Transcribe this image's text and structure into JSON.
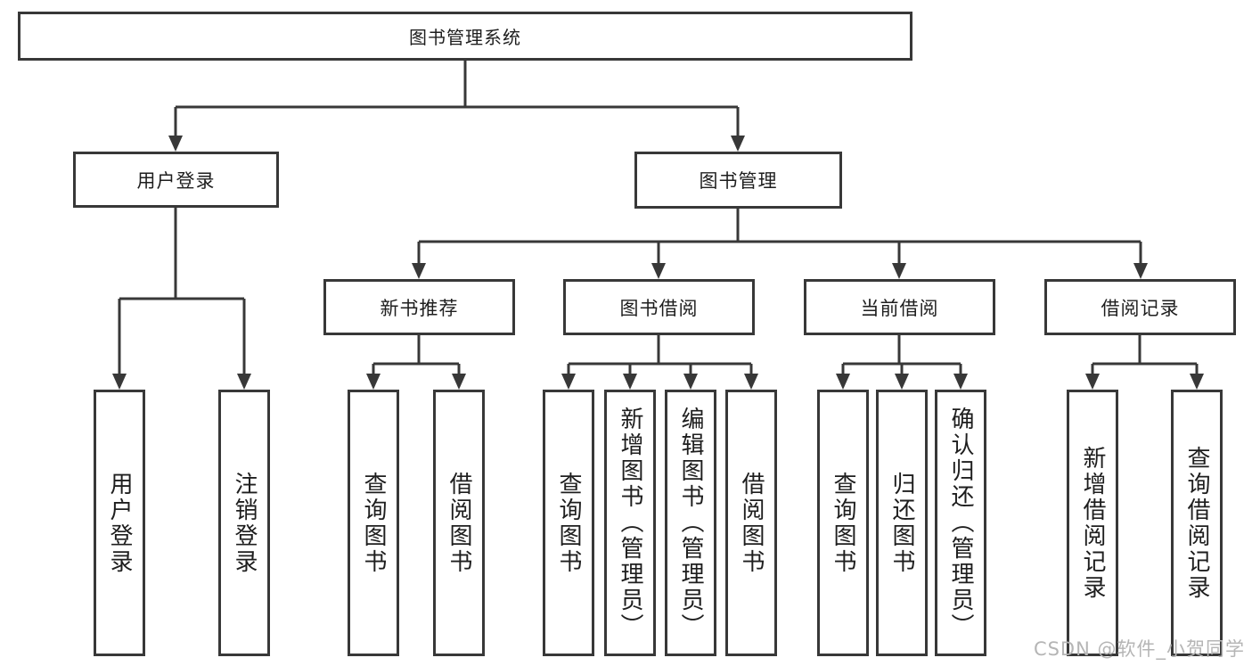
{
  "diagram": {
    "tree": {
      "root": {
        "label": "图书管理系统",
        "children": [
          {
            "label": "用户登录",
            "children": [
              {
                "label": "用户登录"
              },
              {
                "label": "注销登录"
              }
            ]
          },
          {
            "label": "图书管理",
            "children": [
              {
                "label": "新书推荐",
                "children": [
                  {
                    "label": "查询图书"
                  },
                  {
                    "label": "借阅图书"
                  }
                ]
              },
              {
                "label": "图书借阅",
                "children": [
                  {
                    "label": "查询图书"
                  },
                  {
                    "label": "新增图书（管理员）"
                  },
                  {
                    "label": "编辑图书（管理员）"
                  },
                  {
                    "label": "借阅图书"
                  }
                ]
              },
              {
                "label": "当前借阅",
                "children": [
                  {
                    "label": "查询图书"
                  },
                  {
                    "label": "归还图书"
                  },
                  {
                    "label": "确认归还（管理员）"
                  }
                ]
              },
              {
                "label": "借阅记录",
                "children": [
                  {
                    "label": "新增借阅记录"
                  },
                  {
                    "label": "查询借阅记录"
                  }
                ]
              }
            ]
          }
        ]
      }
    },
    "colors": {
      "line": "#383838",
      "text": "#1e1e1e",
      "background": "#ffffff",
      "watermark": "#b5b5b5"
    }
  },
  "watermark": {
    "text": "CSDN @软件_小贺同学"
  }
}
